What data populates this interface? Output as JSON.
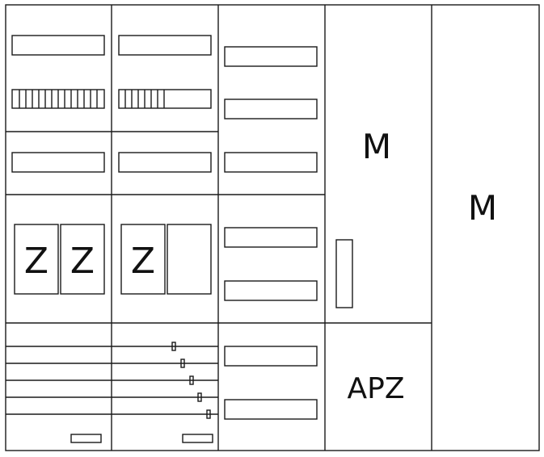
{
  "colors": {
    "line": "#1a1a1a",
    "thin": "#555555",
    "background": "#ffffff"
  },
  "labels": {
    "meter_field": "M",
    "meter_full": "M",
    "apz": "APZ",
    "z_1": "Z",
    "z_2": "Z",
    "z_3": "Z"
  }
}
